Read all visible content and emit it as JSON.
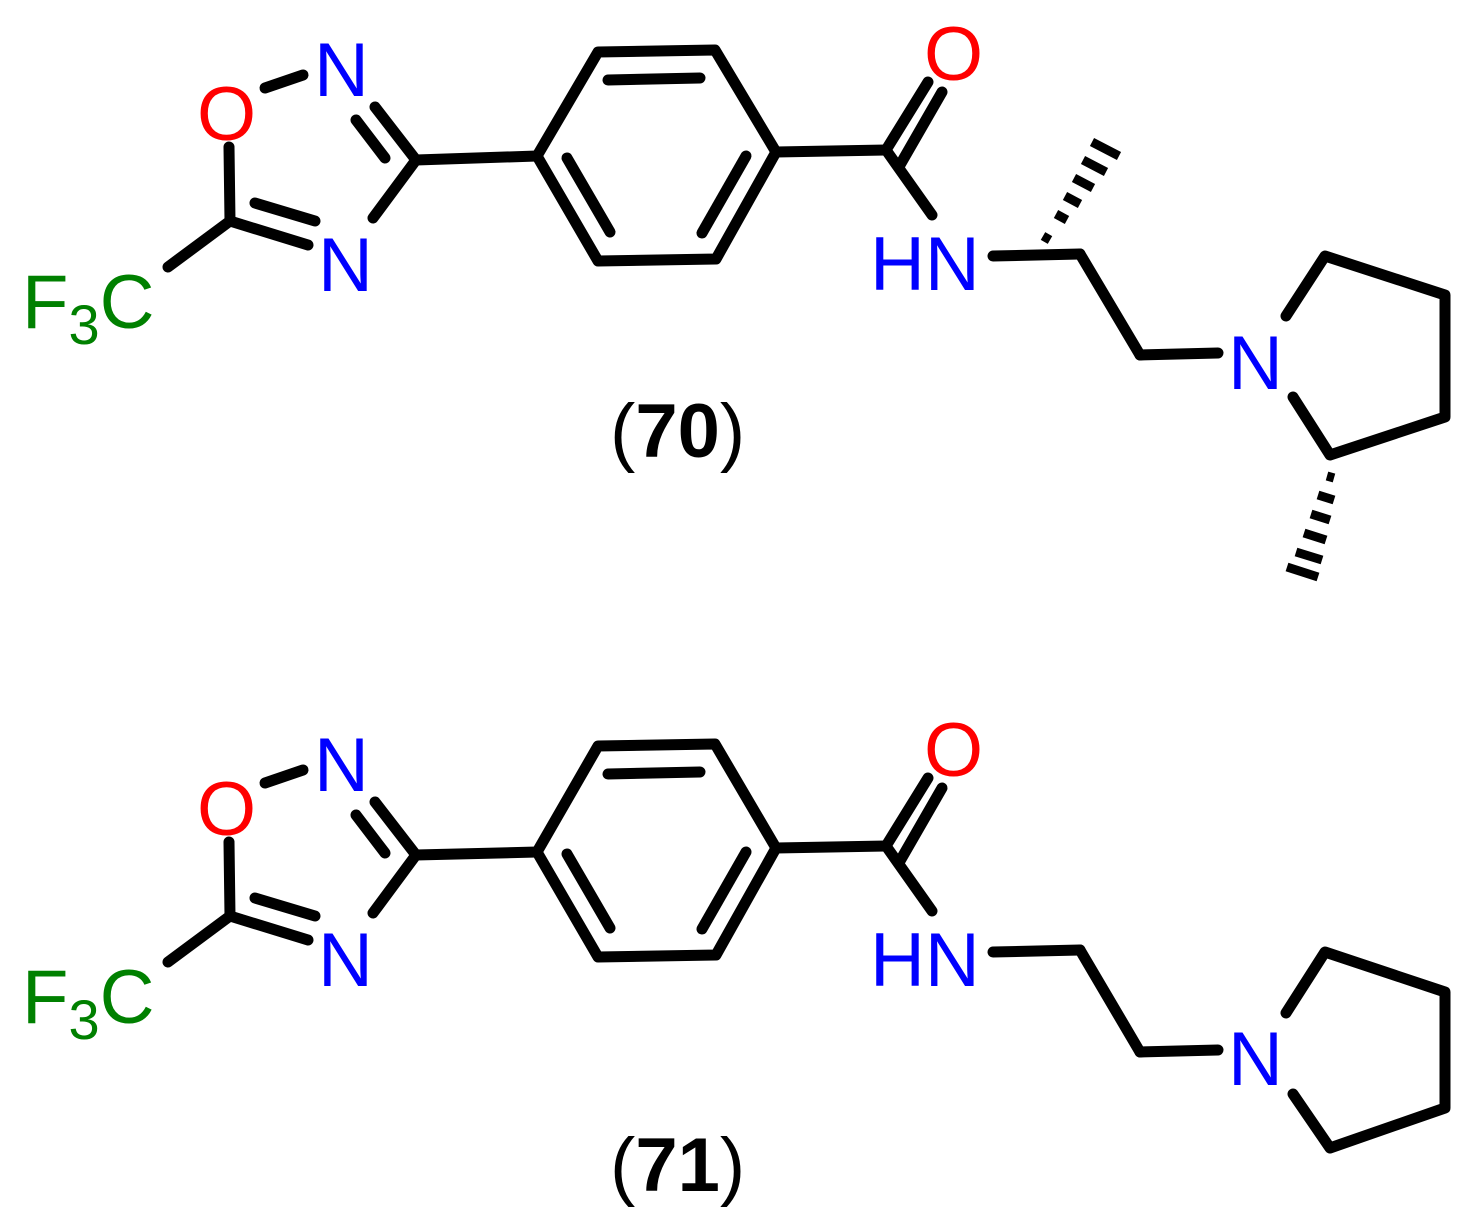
{
  "colors": {
    "bond": "#000000",
    "oxygen": "#ff0000",
    "nitrogen": "#0000ff",
    "fluorine_group": "#008000",
    "label": "#000000"
  },
  "compounds": [
    {
      "id": "70",
      "label_open": "(",
      "label_number": "70",
      "label_close": ")",
      "atoms": {
        "ring_o": "O",
        "ring_n1": "N",
        "ring_n2": "N",
        "cf3_f": "F",
        "cf3_sub": "3",
        "cf3_c": "C",
        "carbonyl_o": "O",
        "amide_nh": "HN",
        "pyrrolidine_n": "N"
      },
      "stereo": [
        "hashed-wedge methyl on chain carbon",
        "hashed-wedge methyl on pyrrolidine C2"
      ]
    },
    {
      "id": "71",
      "label_open": "(",
      "label_number": "71",
      "label_close": ")",
      "atoms": {
        "ring_o": "O",
        "ring_n1": "N",
        "ring_n2": "N",
        "cf3_f": "F",
        "cf3_sub": "3",
        "cf3_c": "C",
        "carbonyl_o": "O",
        "amide_nh": "HN",
        "pyrrolidine_n": "N"
      }
    }
  ]
}
